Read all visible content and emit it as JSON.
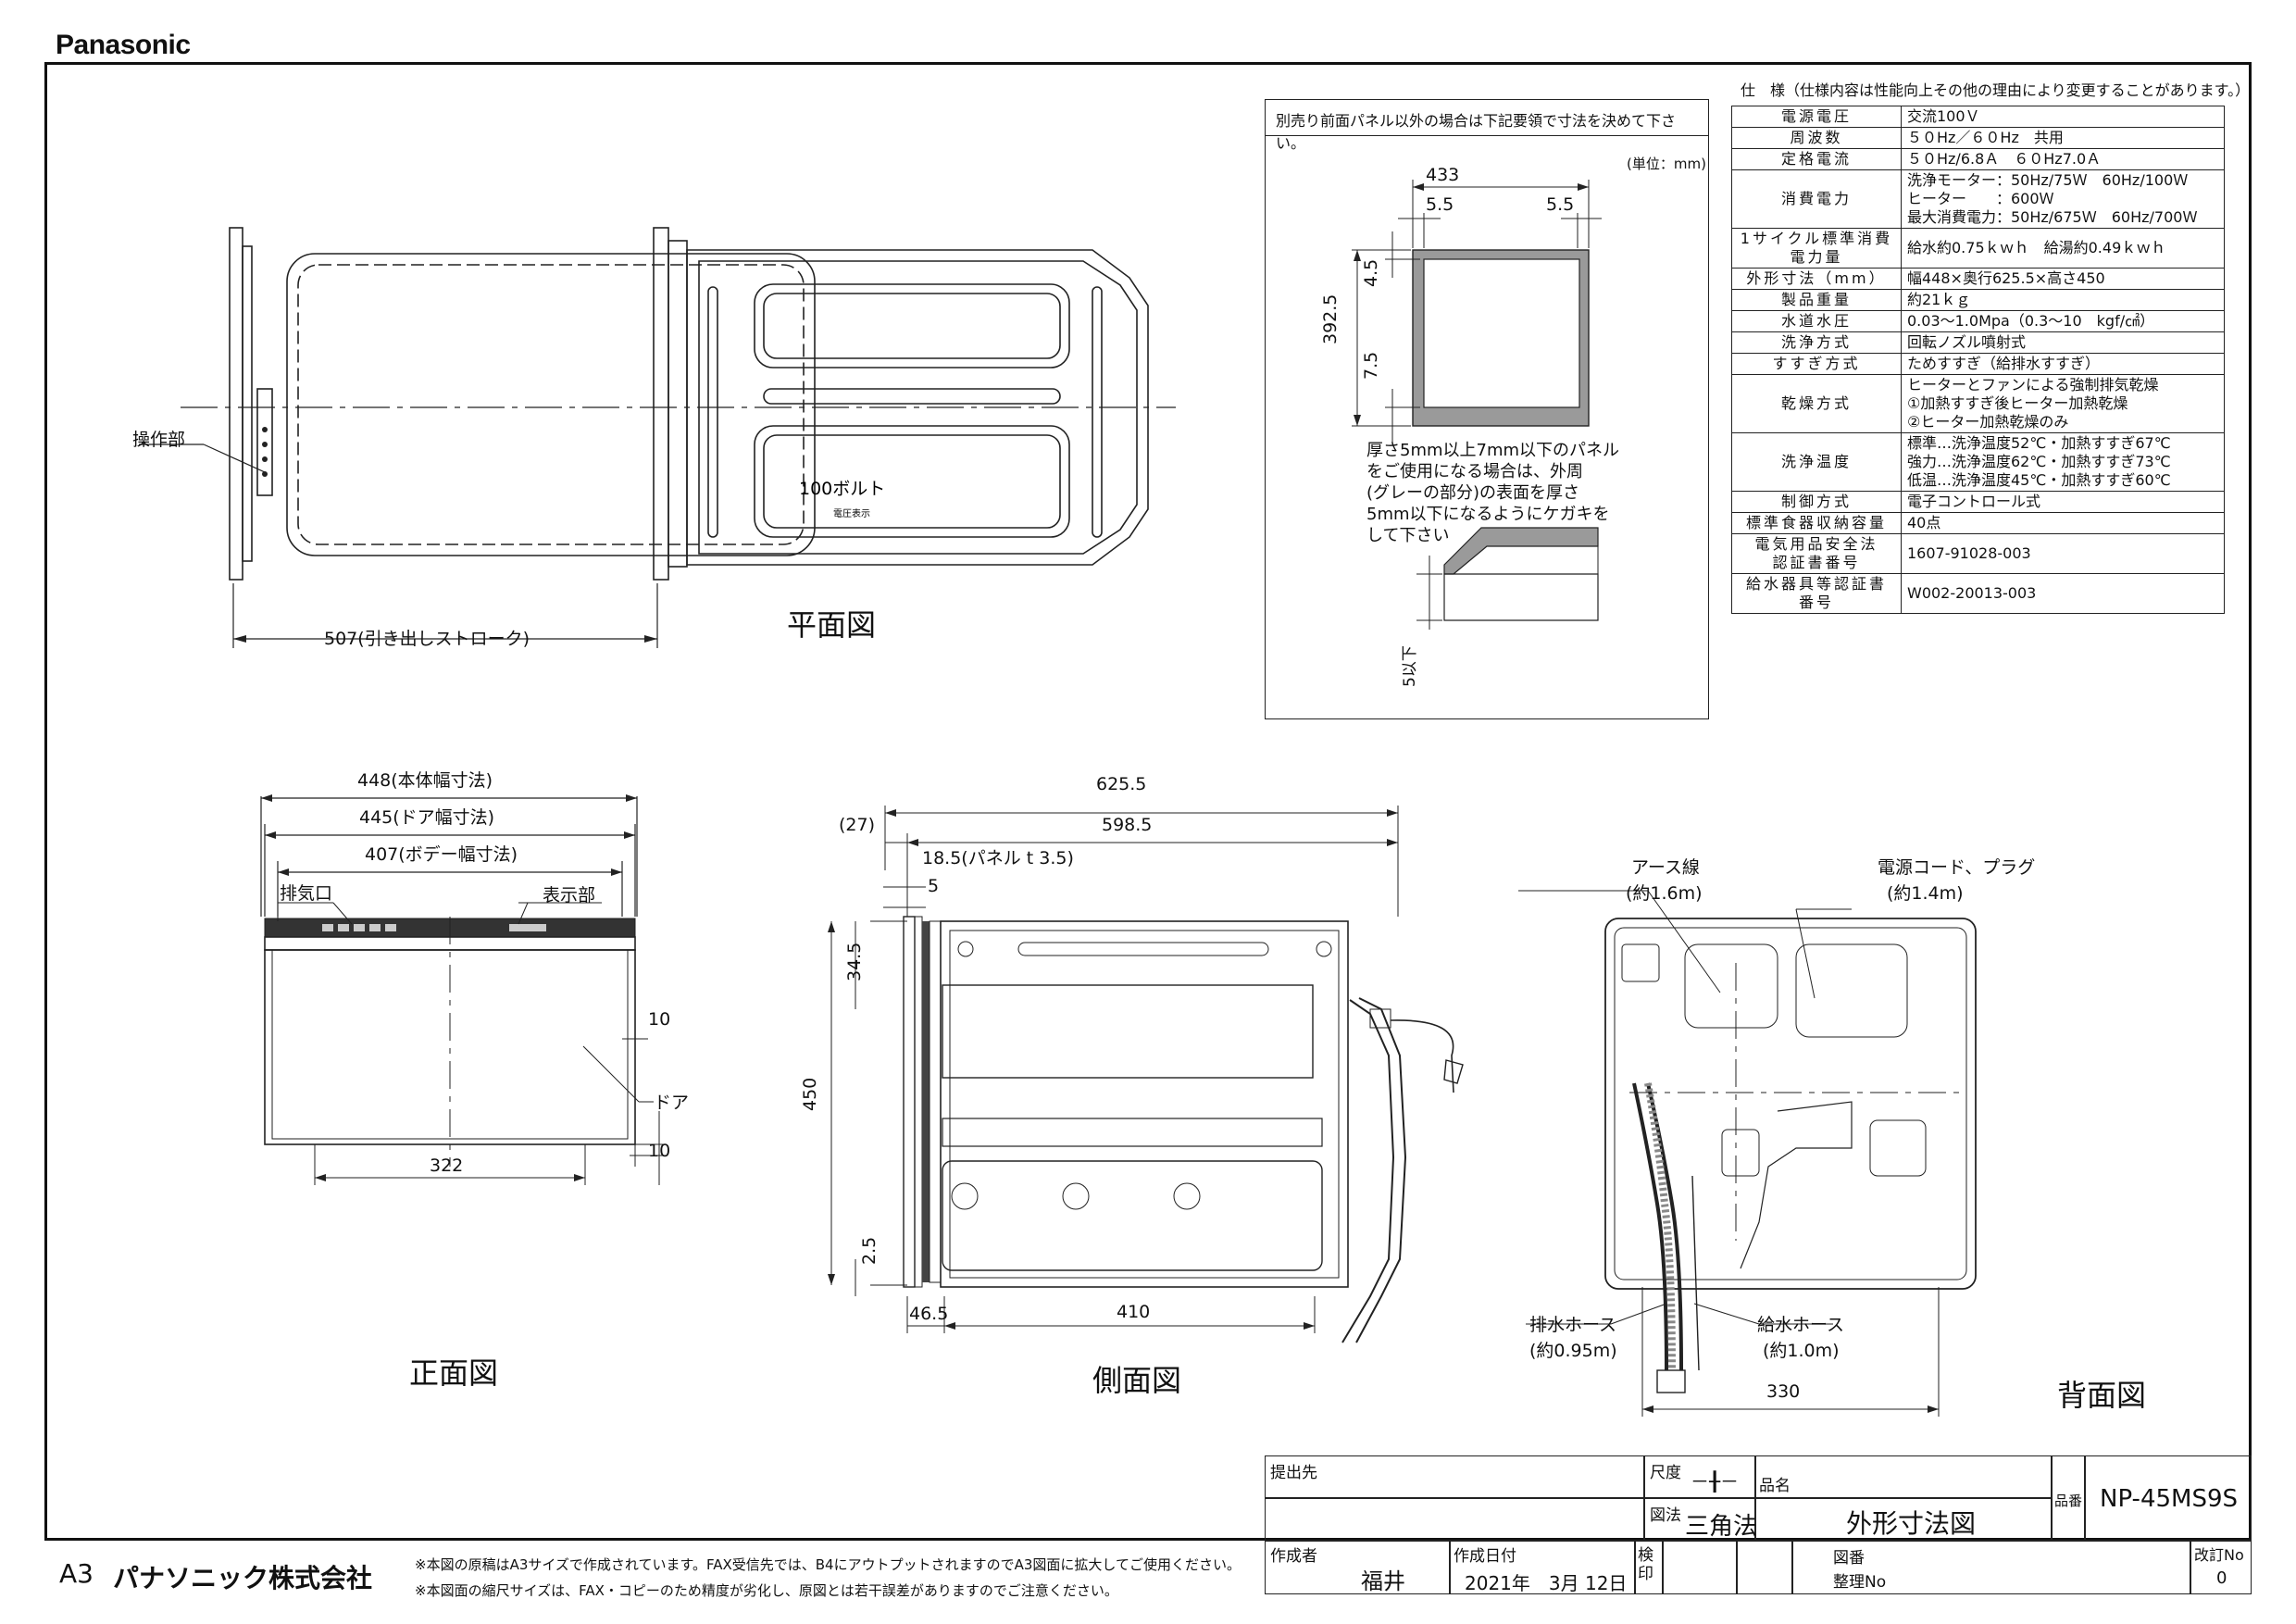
{
  "brand": "Panasonic",
  "views": {
    "plan": "平面図",
    "front": "正面図",
    "side": "側面図",
    "back": "背面図"
  },
  "labels": {
    "control_panel": "操作部",
    "stroke": "507(引き出しストローク)",
    "volt": "100ボルト",
    "volt_small": "電圧表示",
    "exhaust": "排気口",
    "display": "表示部",
    "door": "ドア",
    "w448": "448(本体幅寸法)",
    "w445": "445(ドア幅寸法)",
    "w407": "407(ボデー幅寸法)",
    "d10a": "10",
    "d10b": "10",
    "d322": "322",
    "d625": "625.5",
    "d598": "598.5",
    "d27": "(27)",
    "d185": "18.5(パネル t 3.5)",
    "d5": "5",
    "d345": "34.5",
    "d450": "450",
    "d25": "2.5",
    "d465": "46.5",
    "d410": "410",
    "earth": "アース線",
    "earth_len": "(約1.6m)",
    "cord": "電源コード、プラグ",
    "cord_len": "(約1.4m)",
    "drain": "排水ホース",
    "drain_len": "(約0.95m)",
    "supply": "給水ホース",
    "supply_len": "(約1.0m)",
    "d330": "330"
  },
  "panel": {
    "heading": "別売り前面パネル以外の場合は下記要領で寸法を決めて下さい。",
    "unit": "(単位：mm)",
    "d433": "433",
    "d55a": "5.5",
    "d55b": "5.5",
    "d3925": "392.5",
    "d45": "4.5",
    "d75": "7.5",
    "d5below": "5以下",
    "note": "厚さ5mm以上7mm以下のパネル\nをご使用になる場合は、外周\n(グレーの部分)の表面を厚さ\n5mm以下になるようにケガキを\nして下さい"
  },
  "spec": {
    "title": "仕　様（仕様内容は性能向上その他の理由により変更することがあります。）",
    "rows": [
      {
        "k": "電源電圧",
        "v": "交流100Ｖ"
      },
      {
        "k": "周波数",
        "v": "５０Hz／６０Hz　共用"
      },
      {
        "k": "定格電流",
        "v": "５０Hz/6.8Ａ　６０Hz7.0Ａ"
      },
      {
        "k": "消費電力",
        "v": "洗浄モーター：50Hz/75Ｗ　60Hz/100Ｗ\nヒーター　　：600Ｗ\n最大消費電力：50Hz/675Ｗ　60Hz/700Ｗ"
      },
      {
        "k": "1サイクル標準消費電力量",
        "v": "給水約0.75ｋｗｈ　給湯約0.49ｋｗｈ"
      },
      {
        "k": "外形寸法（mm）",
        "v": "幅448×奥行625.5×高さ450"
      },
      {
        "k": "製品重量",
        "v": "約21ｋｇ"
      },
      {
        "k": "水道水圧",
        "v": "0.03～1.0Mpa（0.3～10　kgf/㎠）"
      },
      {
        "k": "洗浄方式",
        "v": "回転ノズル噴射式"
      },
      {
        "k": "すすぎ方式",
        "v": "ためすすぎ（給排水すすぎ）"
      },
      {
        "k": "乾燥方式",
        "v": "ヒーターとファンによる強制排気乾燥\n①加熱すすぎ後ヒーター加熱乾燥\n②ヒーター加熱乾燥のみ"
      },
      {
        "k": "洗浄温度",
        "v": "標準…洗浄温度52℃・加熱すすぎ67℃\n強力…洗浄温度62℃・加熱すすぎ73℃\n低温…洗浄温度45℃・加熱すすぎ60℃"
      },
      {
        "k": "制御方式",
        "v": "電子コントロール式"
      },
      {
        "k": "標準食器収納容量",
        "v": "40点"
      },
      {
        "k": "電気用品安全法\n認証書番号",
        "v": "1607-91028-003"
      },
      {
        "k": "給水器具等認証書番号",
        "v": "W002-20013-003"
      }
    ]
  },
  "titleblock": {
    "submit_to": "提出先",
    "scale": "尺度",
    "scale_value": "－╂－",
    "name_label": "品名",
    "method": "図法",
    "method_value": "三角法",
    "drawing_name": "外形寸法図",
    "part_label": "品番",
    "part_value": "NP-45MS9S",
    "author_label": "作成者",
    "author": "福井",
    "date_label": "作成日付",
    "date": "2021年　3月 12日",
    "check": "検印",
    "drawing_no_label": "図番",
    "file_no_label": "整理No",
    "rev_label": "改訂No",
    "rev": "0"
  },
  "footer": {
    "paper": "A3",
    "company": "パナソニック株式会社",
    "note1": "※本図の原稿はA3サイズで作成されています。FAX受信先では、B4にアウトプットされますのでA3図面に拡大してご使用ください。",
    "note2": "※本図面の縮尺サイズは、FAX・コピーのため精度が劣化し、原図とは若干誤差がありますのでご注意ください。"
  },
  "colors": {
    "line": "#222222",
    "grey": "#9a9a9a"
  }
}
